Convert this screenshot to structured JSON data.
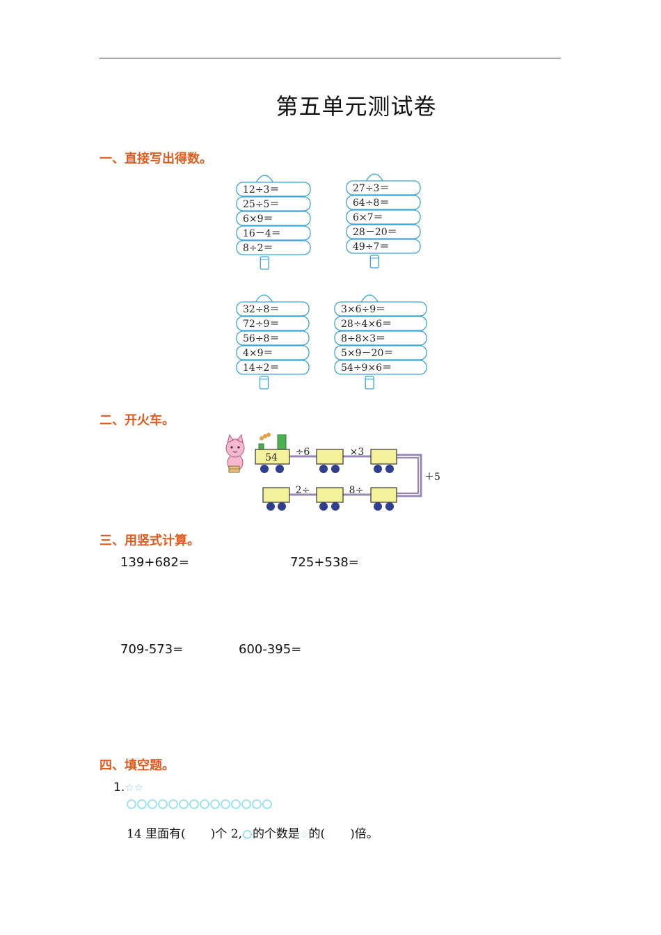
{
  "title": "第五单元测试卷",
  "sections": {
    "s1": "一、直接写出得数。",
    "s2": "二、开火车。",
    "s3": "三、用竖式计算。",
    "s4": "四、填空题。"
  },
  "cards": [
    {
      "items": [
        "12÷3＝",
        "25÷5＝",
        "6×9＝",
        "16－4＝",
        "8÷2＝"
      ]
    },
    {
      "items": [
        "27÷3＝",
        "64÷8＝",
        "6×7＝",
        "28－20＝",
        "49÷7＝"
      ]
    },
    {
      "items": [
        "32÷8＝",
        "72÷9＝",
        "56÷8＝",
        "4×9＝",
        "14÷2＝"
      ]
    },
    {
      "items": [
        "3×6÷9＝",
        "28÷4×6＝",
        "8÷8×3＝",
        "5×9－20＝",
        "54÷9×6＝"
      ]
    }
  ],
  "train": {
    "start": "54",
    "ops": [
      "÷6",
      "×3",
      "＋5",
      "8÷",
      "2÷"
    ]
  },
  "vertical": [
    "139+682=",
    "725+538=",
    "709-573=",
    "600-395="
  ],
  "fill": {
    "q1_number": "1.",
    "stars": "☆☆",
    "circle_count": 14,
    "q1_part1": "14 里面有(",
    "q1_part2": ")个 2,",
    "q1_part3": "的个数是",
    "q1_part4": "的(",
    "q1_part5": ")倍。",
    "inline_star": "☆"
  },
  "colors": {
    "section": "#e05a1e",
    "card_border": "#3aa3d4",
    "car_fill": "#f3f29a",
    "wheel": "#2e3f8f",
    "track": "#9a86b5"
  }
}
